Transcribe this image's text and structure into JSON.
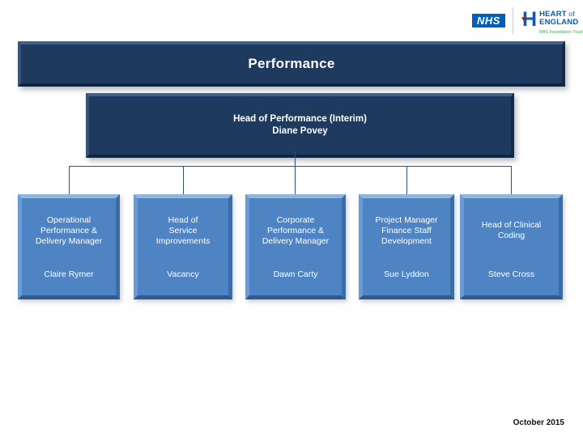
{
  "logos": {
    "nhs_label": "NHS",
    "trust_monogram": "H",
    "trust_name_part1": "HEART",
    "trust_name_of": " of",
    "trust_name_part2": "ENGLAND",
    "trust_tagline": "NHS Foundation Trust"
  },
  "banner": {
    "title": "Performance"
  },
  "root": {
    "title": "Head of Performance (Interim)",
    "name": "Diane Povey"
  },
  "boxes": [
    {
      "title": "Operational\nPerformance &\nDelivery Manager",
      "name": "Claire Rymer"
    },
    {
      "title": "Head of\nService\nImprovements",
      "name": "Vacancy"
    },
    {
      "title": "Corporate\nPerformance &\nDelivery Manager",
      "name": "Dawn Carty"
    },
    {
      "title": "Project Manager\nFinance Staff\nDevelopment",
      "name": "Sue Lyddon"
    },
    {
      "title": "Head of Clinical\nCoding",
      "name": "Steve Cross"
    }
  ],
  "footer": {
    "date": "October 2015"
  },
  "colors": {
    "nhs_blue": "#005EB8",
    "trust_green": "#2e9e4f",
    "navy_box": "#1e3a5e",
    "child_box_blue": "#4e84c4",
    "connector": "#2b5578"
  }
}
